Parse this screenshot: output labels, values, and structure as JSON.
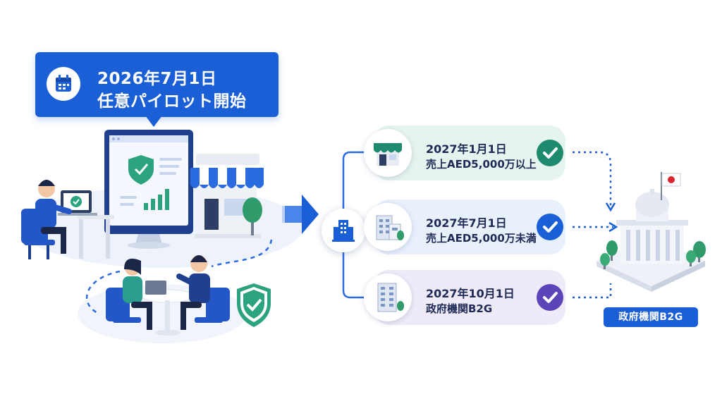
{
  "callout": {
    "date": "2026年7月1日",
    "label": "任意パイロット開始",
    "icon": "calendar-icon",
    "color": "#1a5fd6"
  },
  "stages": [
    {
      "date": "2027年1月1日",
      "label": "売上AED5,000万以上",
      "icon": "store-icon",
      "check_color": "#1e8a6e",
      "bg": "#e6f4ef"
    },
    {
      "date": "2027年7月1日",
      "label": "売上AED5,000万未満",
      "icon": "office-building-icon",
      "check_color": "#1a5fd6",
      "bg": "#e8f0fc"
    },
    {
      "date": "2027年10月1日",
      "label": "政府機関B2G",
      "icon": "office-tower-icon",
      "check_color": "#5a44b8",
      "bg": "#efeaf8"
    }
  ],
  "government": {
    "label": "政府機関B2G",
    "icon": "government-building-icon"
  },
  "hub": {
    "icon": "building-hub-icon"
  }
}
